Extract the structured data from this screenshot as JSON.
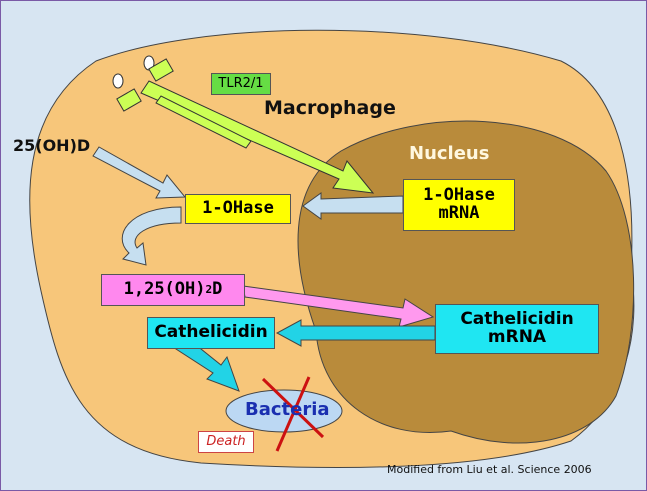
{
  "diagram": {
    "receptor_label": "TLR2/1",
    "cell_label": "Macrophage",
    "nucleus_label": "Nucleus",
    "precursor_label": "25(OH)D",
    "enzyme_label": "1-OHase",
    "enzyme_mrna_label": [
      "1-OHase",
      "mRNA"
    ],
    "active_vitd_label": "1,25(OH)2D",
    "active_vitd_parts": {
      "main": "1,25(OH)",
      "sub": "2",
      "tail": "D"
    },
    "peptide_label": "Cathelicidin",
    "peptide_mrna_label": [
      "Cathelicidin",
      "mRNA"
    ],
    "target_label": "Bacteria",
    "outcome_label": "Death",
    "credit": "Modified from Liu et al. Science 2006"
  },
  "colors": {
    "background": "#d7e5f2",
    "cell": "#f7c67a",
    "nucleus": "#b98b3b",
    "yellow_box": "#ffff00",
    "pink_box": "#ff88ee",
    "cyan_box": "#1fe6f2",
    "green_box": "#66dd44",
    "receptor_arrow": "#ccff55",
    "pale_arrow": "#c6dff0",
    "pink_arrow": "#ff99ee",
    "cyan_arrow": "#22d3e6",
    "bacteria": "#bcd8f3",
    "cross": "#cc1111",
    "death_text": "#cc2222",
    "bacteria_text": "#1a2fb0"
  }
}
